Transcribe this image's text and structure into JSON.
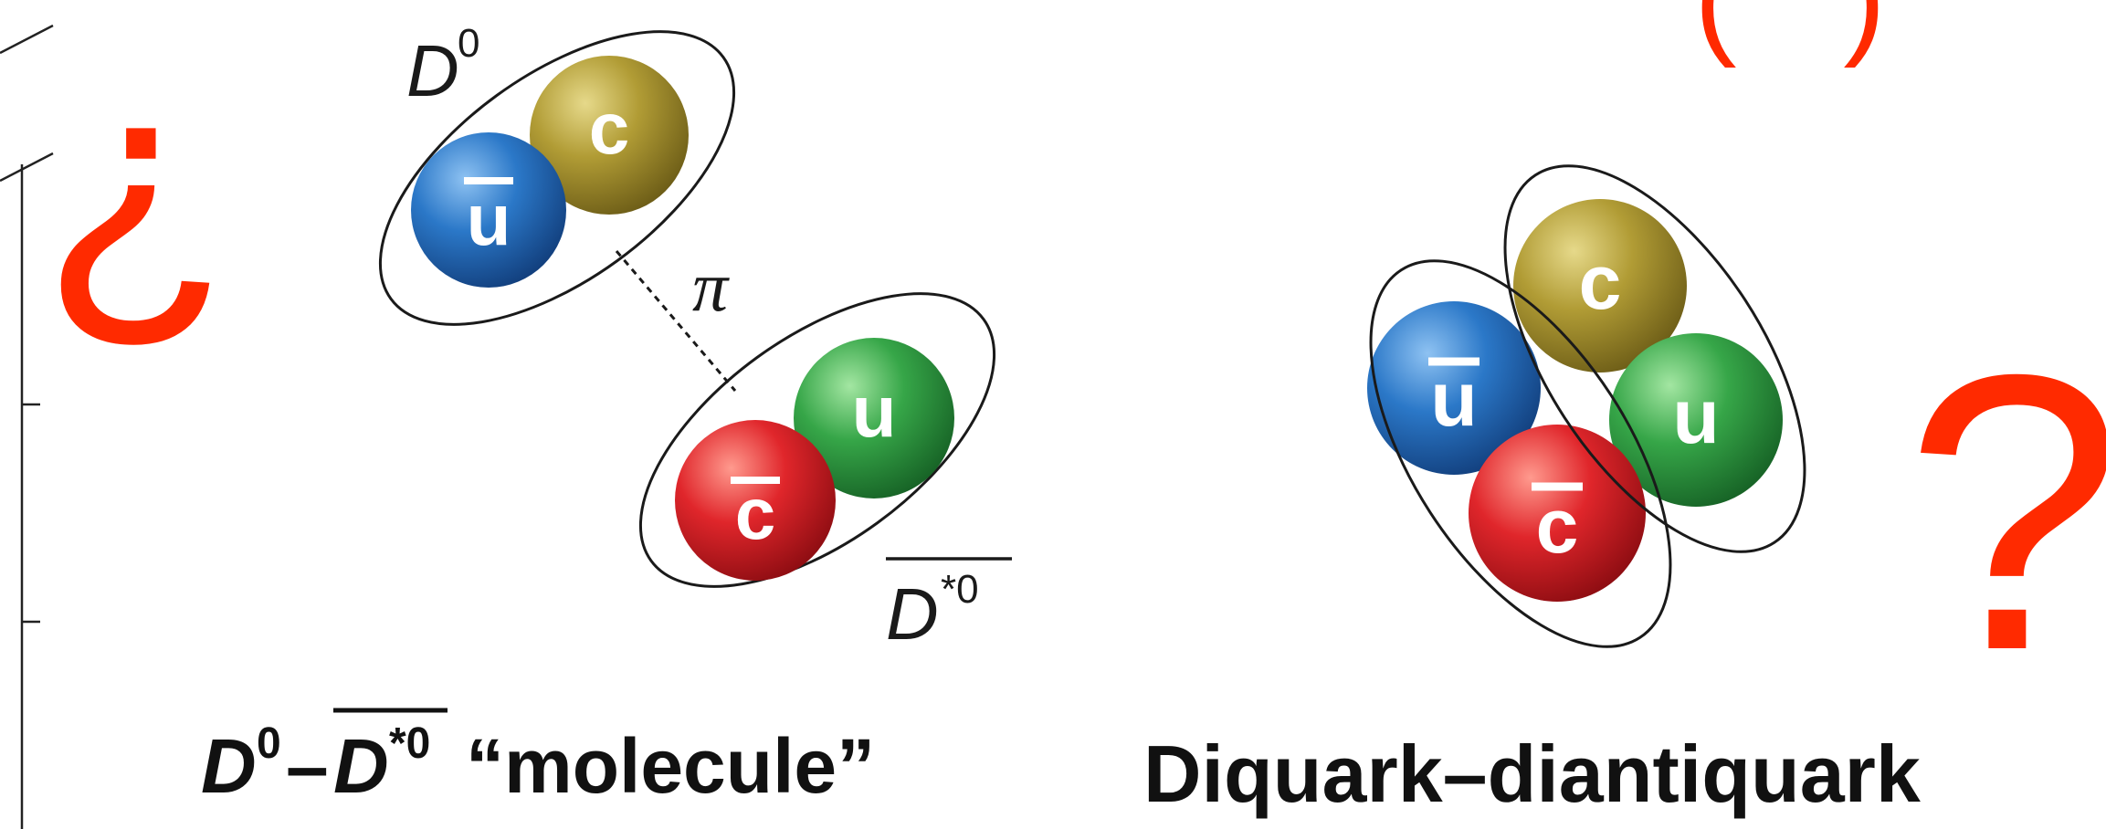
{
  "top_right_text": "(   )",
  "inverted_question": "¿",
  "question": "?",
  "molecule": {
    "meson_a_label": "D",
    "meson_a_sup": "0",
    "meson_b_label": "D",
    "meson_b_sup": "*0",
    "exchange_label": "π",
    "quarks": {
      "u_bar": "u",
      "c": "c",
      "c_bar": "c",
      "u": "u"
    },
    "caption": {
      "d": "D",
      "d_sup": "0",
      "dash": "–",
      "dbar": "D",
      "dbar_sup": "*0",
      "word": "“molecule”"
    }
  },
  "tetraquark": {
    "quarks": {
      "u_bar": "u",
      "c": "c",
      "c_bar": "c",
      "u": "u"
    },
    "caption": "Diquark–diantiquark"
  },
  "colors": {
    "annotation_red": "#ff2a00",
    "quark_blue": "#2b78c8",
    "quark_gold": "#b19c35",
    "quark_red": "#e0262b",
    "quark_green": "#36a648"
  }
}
